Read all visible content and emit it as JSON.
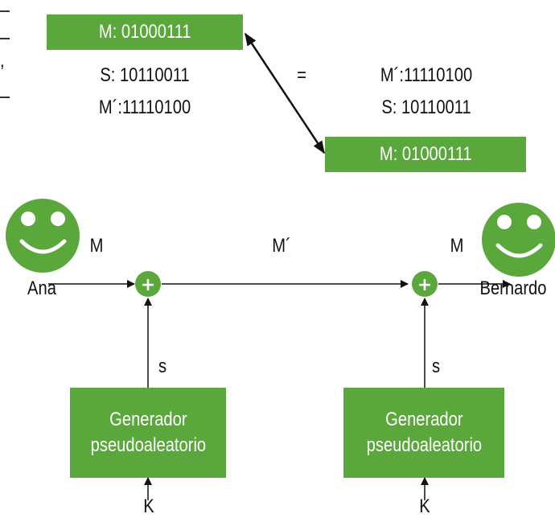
{
  "left_stack": {
    "m_box": "M: 01000111",
    "s_value": "S: 10110011",
    "mprime_value": "M´:11110100"
  },
  "equals": "=",
  "right_stack": {
    "mprime_value": "M´:11110100",
    "s_value": "S: 10110011",
    "m_box": "M: 01000111"
  },
  "flow": {
    "sender": "Ana",
    "receiver": "Bernardo",
    "m_in": "M",
    "m_cipher": "M´",
    "m_out": "M",
    "xor_symbol": "+",
    "s_left": "s",
    "s_right": "s",
    "generator_left": [
      "Generador",
      "pseudoaleatorio"
    ],
    "generator_right": [
      "Generador",
      "pseudoaleatorio"
    ],
    "key_left": "K",
    "key_right": "K"
  },
  "edge_marks": [
    "-",
    "-",
    ",",
    "-"
  ],
  "colors": {
    "green": "#5aa73c",
    "line": "#111111"
  }
}
